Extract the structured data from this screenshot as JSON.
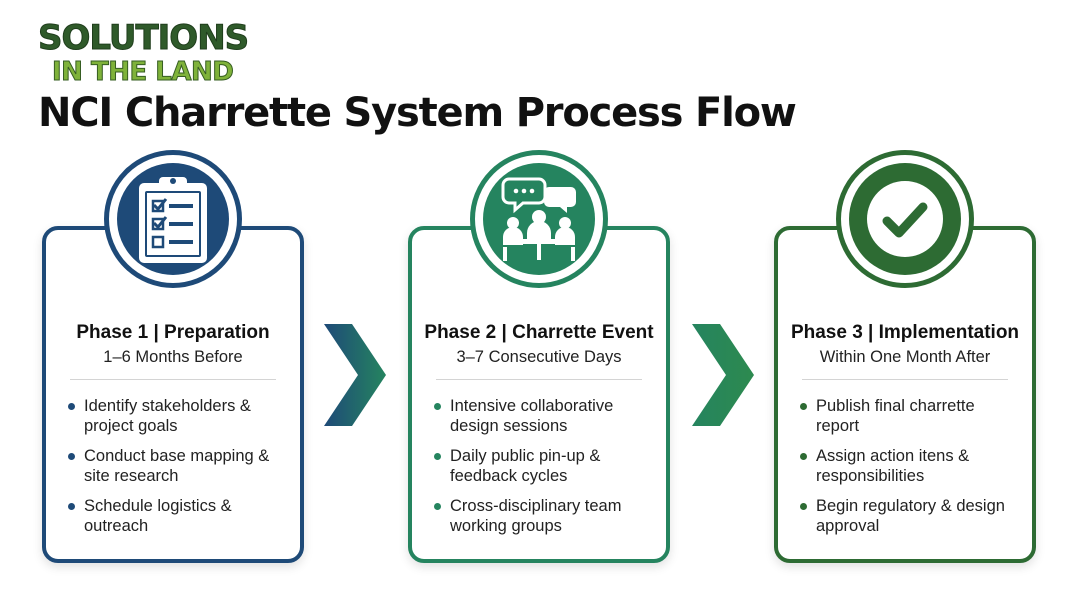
{
  "logo": {
    "line1": "SOLUTIONS",
    "line2": "IN THE LAND"
  },
  "title": "NCI Charrette System Process Flow",
  "colors": {
    "phase1": "#1e4a78",
    "phase2": "#25845f",
    "phase3": "#2d6b33",
    "logo_dark": "#2f5a2a",
    "logo_light": "#7fb23a"
  },
  "phases": [
    {
      "icon": "clipboard-checklist-icon",
      "title": "Phase 1 | Preparation",
      "subtitle": "1–6 Months Before",
      "items": [
        "Identify stakeholders & project goals",
        "Conduct base mapping & site research",
        "Schedule logistics & outreach"
      ]
    },
    {
      "icon": "team-meeting-icon",
      "title": "Phase 2 | Charrette Event",
      "subtitle": "3–7 Consecutive Days",
      "items": [
        "Intensive collaborative design sessions",
        "Daily public pin-up & feedback cycles",
        "Cross-disciplinary team working groups"
      ]
    },
    {
      "icon": "checkmark-icon",
      "title": "Phase 3 | Implementation",
      "subtitle": "Within One Month After",
      "items": [
        "Publish final charrette report",
        "Assign action itens & responsibilities",
        "Begin regulatory & design approval"
      ]
    }
  ]
}
